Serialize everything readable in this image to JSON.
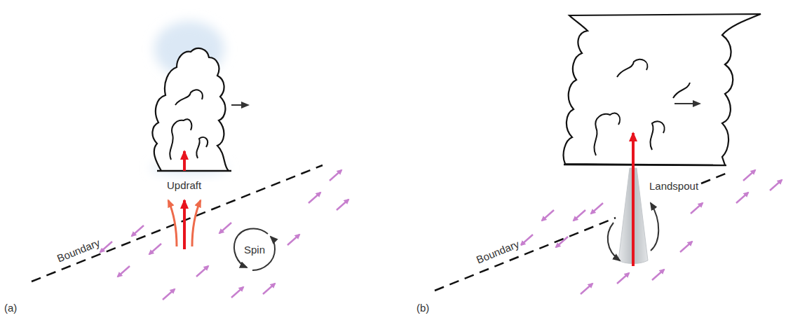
{
  "diagram": {
    "labels": [
      "Updraft",
      "Spin",
      "Boundary",
      "(a)",
      "Landspout",
      "Boundary",
      "(b)"
    ]
  }
}
